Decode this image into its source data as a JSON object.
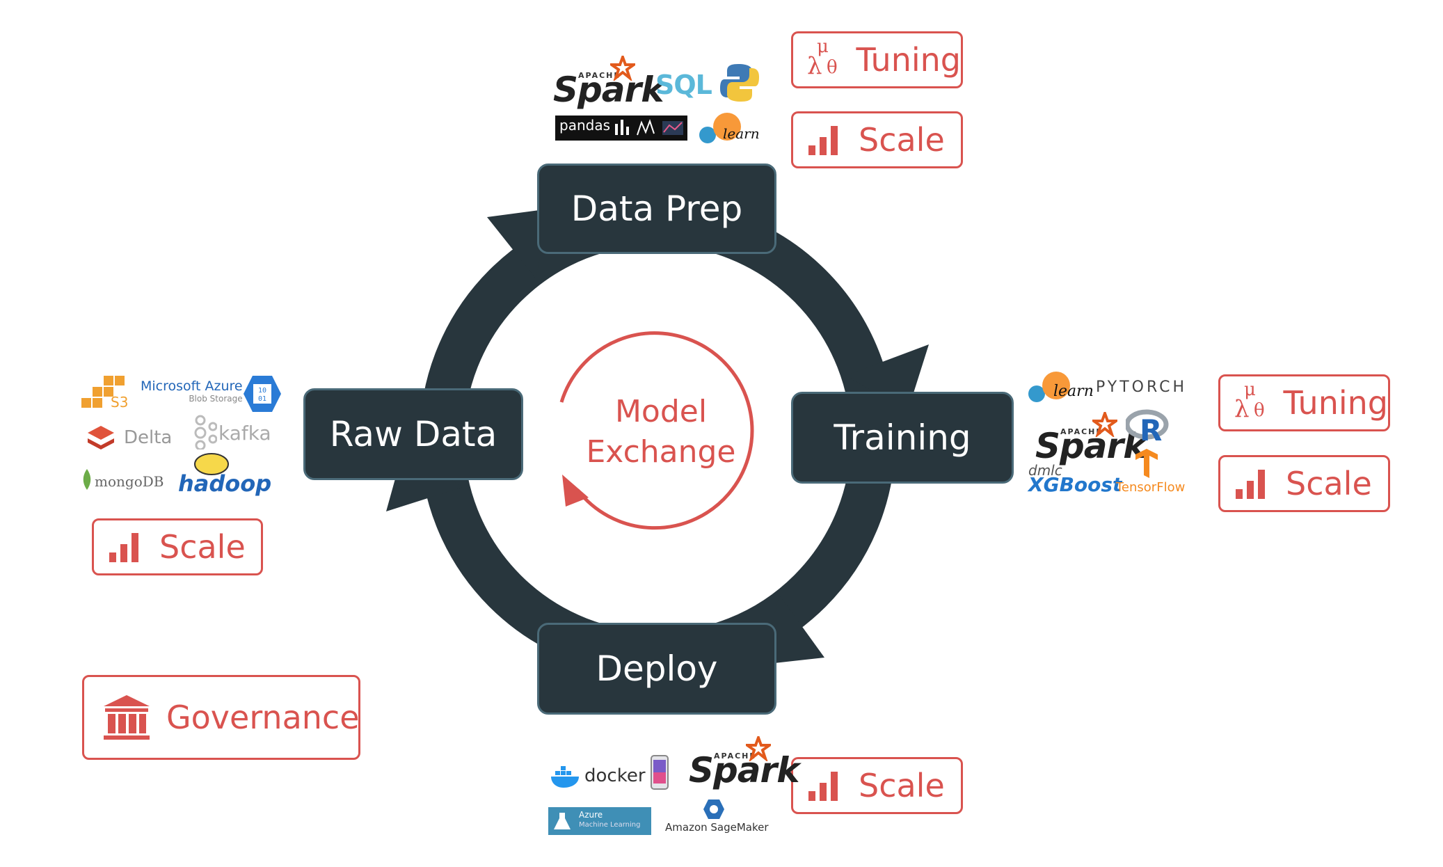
{
  "cycle": {
    "data_prep": "Data Prep",
    "training": "Training",
    "deploy": "Deploy",
    "raw_data": "Raw Data"
  },
  "center": {
    "line1": "Model",
    "line2": "Exchange"
  },
  "badges": {
    "tuning": "Tuning",
    "scale": "Scale",
    "governance": "Governance"
  },
  "logos": {
    "data_prep": {
      "spark": "Spark",
      "spark_apache": "APACHE",
      "sql": "SQL",
      "pandas": "pandas",
      "sklearn": "learn"
    },
    "training": {
      "sklearn": "learn",
      "pytorch": "PYTORCH",
      "spark": "Spark",
      "spark_apache": "APACHE",
      "r": "R",
      "dmlc": "dmlc",
      "xgboost": "XGBoost",
      "tensorflow": "TensorFlow"
    },
    "raw_data": {
      "s3": "S3",
      "azure": "Microsoft Azure",
      "azure_sub": "Blob Storage",
      "azure_bits": "10\n01",
      "delta": "Delta",
      "kafka": "kafka",
      "mongo": "mongoDB",
      "hadoop": "hadoop"
    },
    "deploy": {
      "docker": "docker",
      "spark": "Spark",
      "spark_apache": "APACHE",
      "azure_ml_1": "Azure",
      "azure_ml_2": "Machine Learning",
      "sagemaker": "Amazon SageMaker"
    }
  },
  "colors": {
    "accent": "#d9534f",
    "node_bg": "#28363d",
    "node_border": "#4a6a78",
    "spark_star": "#e25a1c"
  },
  "icons": {
    "tuning": "greek-letters-icon",
    "scale": "bar-chart-icon",
    "governance": "building-columns-icon",
    "cycle": "circular-arrow-icon"
  }
}
